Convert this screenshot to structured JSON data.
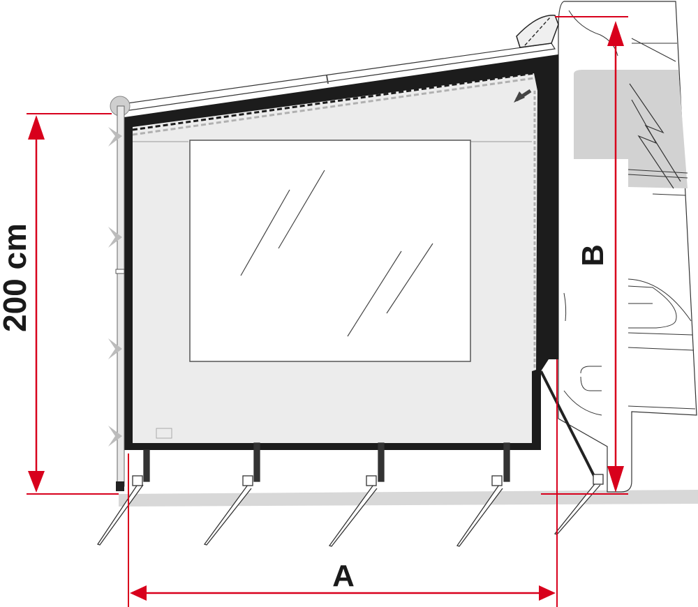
{
  "diagram": {
    "subject": "Awning side wall panel with window attached to vehicle",
    "colors": {
      "dimension_red": "#d8001c",
      "frame_black": "#1c1c1c",
      "panel_fill": "#ececec",
      "window_fill": "#ffffff",
      "ground_gray": "#d4d4d4",
      "vehicle_gray": "#d2d2d2"
    },
    "dimensions": {
      "height_label": "200 cm",
      "width_label": "A",
      "vehicle_height_label": "B"
    },
    "components": {
      "window": "Clear window panel",
      "pegs_count": "5",
      "straps_count": "4",
      "pole_clamps_count": "4"
    }
  }
}
